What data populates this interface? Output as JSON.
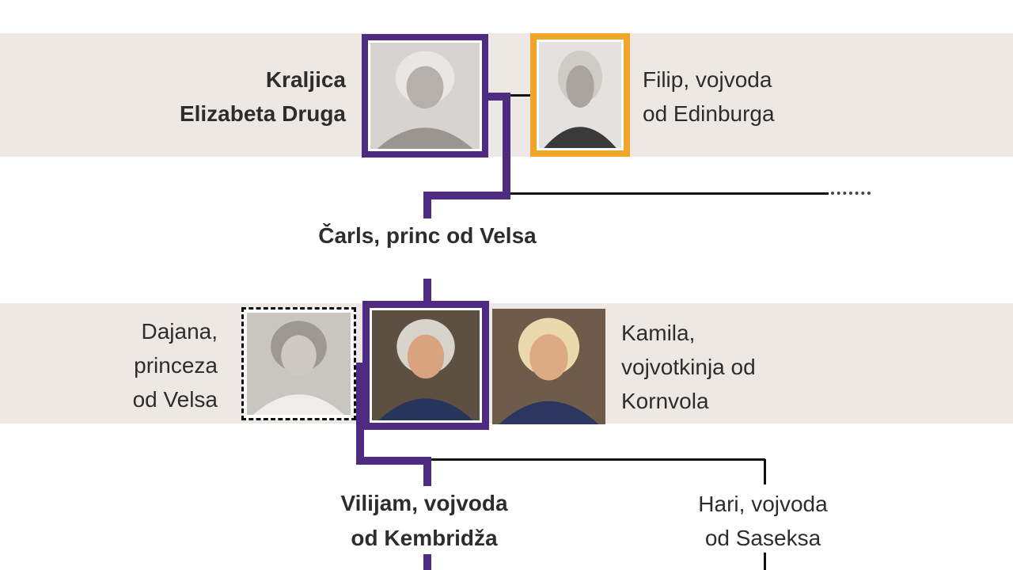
{
  "colors": {
    "frame_purple": "#4e2b80",
    "frame_orange": "#f0a42a",
    "band_beige": "#ede8e3",
    "line_black": "#111111",
    "text": "#2d2d2d"
  },
  "people": {
    "queen": {
      "line1": "Kraljica",
      "line2": "Elizabeta Druga",
      "photo_style": "black-and-white",
      "frame": "purple",
      "portrait": {
        "bg": "#d6d3d0",
        "hair": "#e9e7e5",
        "face": "#b5b0ac",
        "clothes": "#9b9590"
      }
    },
    "philip": {
      "line1": "Filip, vojvoda",
      "line2": "od Edinburga",
      "photo_style": "black-and-white",
      "frame": "orange",
      "portrait": {
        "bg": "#e4e2df",
        "hair": "#cfccc8",
        "face": "#aaa49f",
        "clothes": "#3a3a3a"
      }
    },
    "charles": {
      "label": "Čarls, princ od Velsa",
      "photo_style": "color",
      "frame": "purple",
      "portrait": {
        "bg": "#5d4f42",
        "hair": "#d8d3cb",
        "face": "#d8a37e",
        "clothes": "#27355c"
      }
    },
    "diana": {
      "line1": "Dajana,",
      "line2": "princeza",
      "line3": "od Velsa",
      "photo_style": "black-and-white",
      "frame": "dashed",
      "portrait": {
        "bg": "#c9c5c1",
        "hair": "#9e9893",
        "face": "#cfc9c4",
        "clothes": "#efedeb"
      }
    },
    "camilla": {
      "line1": "Kamila,",
      "line2": "vojvotkinja od",
      "line3": "Kornvola",
      "photo_style": "color",
      "frame": "none",
      "portrait": {
        "bg": "#6e5b49",
        "hair": "#ead9ac",
        "face": "#dcab84",
        "clothes": "#2c3660"
      }
    },
    "william": {
      "line1": "Vilijam, vojvoda",
      "line2": "od Kembridža"
    },
    "harry": {
      "line1": "Hari, vojvoda",
      "line2": "od Saseksa"
    }
  }
}
